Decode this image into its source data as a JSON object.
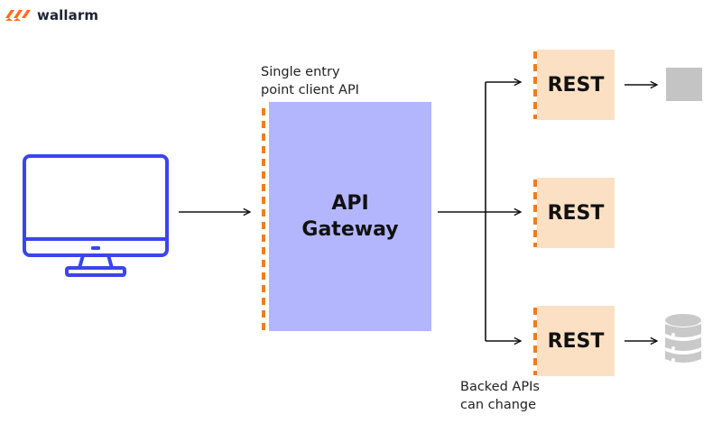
{
  "brand": {
    "name": "wallarm",
    "color": "#fc6c1b"
  },
  "notes": {
    "gateway_note_line1": "Single entry",
    "gateway_note_line2": "point client API",
    "backend_note_line1": "Backed APIs",
    "backend_note_line2": "can change"
  },
  "nodes": {
    "client": {
      "icon": "monitor-icon",
      "color": "#3b45eb"
    },
    "gateway": {
      "line1": "API",
      "line2": "Gateway",
      "fill": "#b3b6fd"
    },
    "services": [
      {
        "label": "REST",
        "target_icon": "server-box-icon"
      },
      {
        "label": "REST"
      },
      {
        "label": "REST",
        "target_icon": "database-icon"
      }
    ],
    "service_fill": "#fbe0c4",
    "dash_color": "#f07d1e"
  }
}
